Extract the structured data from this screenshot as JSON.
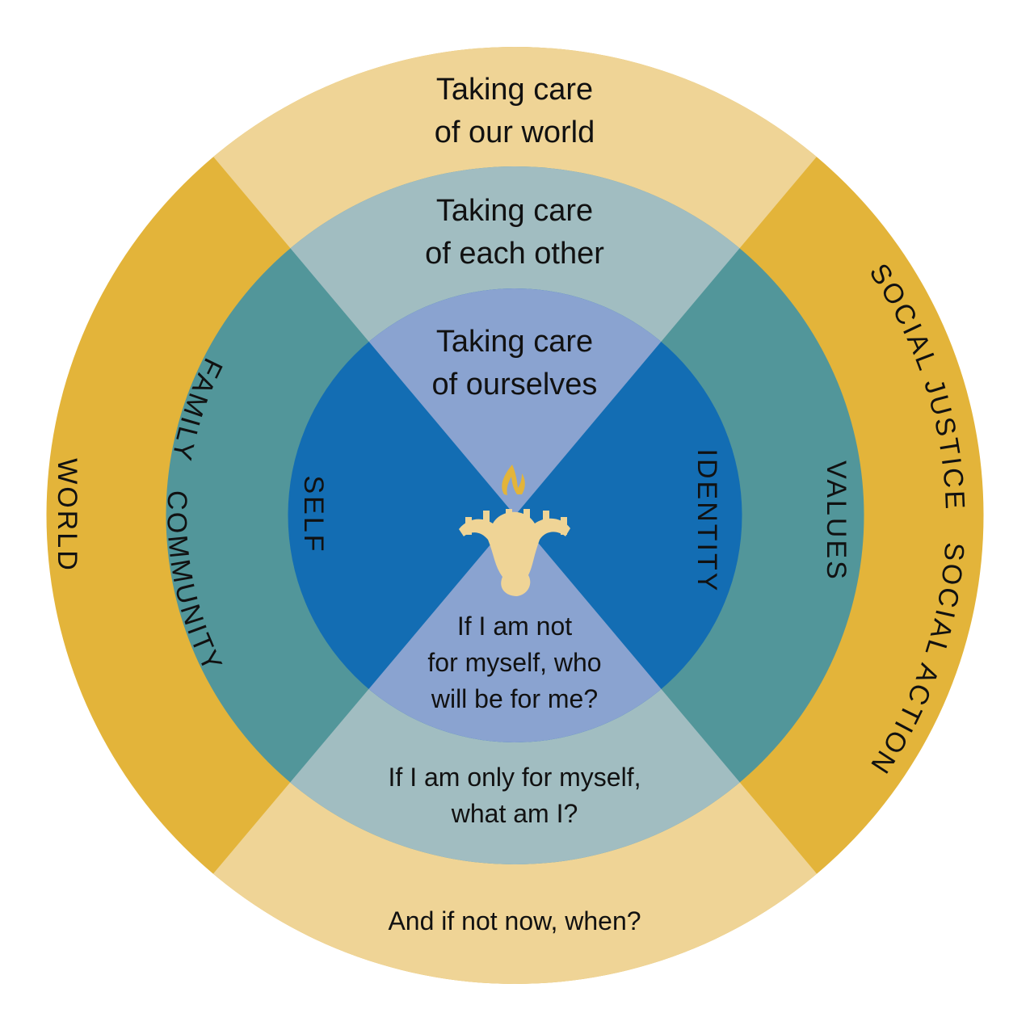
{
  "colors": {
    "outer_top_bottom": "#EFD496",
    "outer_sides": "#E3B43A",
    "middle_top_bottom": "#A1BDC1",
    "middle_sides": "#52969A",
    "inner_top_bottom": "#8AA3D0",
    "inner_sides": "#136DB3",
    "logo_flame": "#E3B43A",
    "logo_cup": "#EFD496"
  },
  "outer_ring": {
    "top": [
      "Taking care",
      "of our world"
    ],
    "bottom": "And if not now, when?",
    "left": "WORLD",
    "right": "SOCIAL JUSTICE   SOCIAL ACTION"
  },
  "middle_ring": {
    "top": [
      "Taking care",
      "of each other"
    ],
    "bottom": [
      "If I am only for myself,",
      "what am I?"
    ],
    "left": "FAMILY   COMMUNITY",
    "right": "VALUES"
  },
  "inner_circle": {
    "top": [
      "Taking care",
      "of ourselves"
    ],
    "bottom": [
      "If I am not",
      "for myself, who",
      "will be for me?"
    ],
    "left": "SELF",
    "right": "IDENTITY"
  },
  "logo": {
    "icon": "flame-cup-emblem"
  }
}
